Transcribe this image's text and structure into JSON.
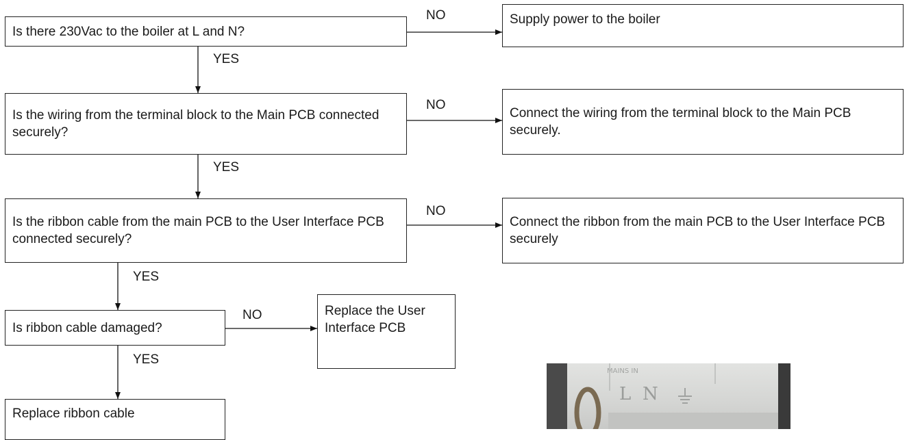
{
  "flowchart": {
    "q1": "Is there 230Vac to the boiler at L and N?",
    "a1": "Supply power to the boiler",
    "q2": "Is the wiring from the terminal block to the Main PCB connected securely?",
    "a2": "Connect the wiring from the terminal block to the Main PCB securely.",
    "q3": "Is the ribbon cable from the main PCB to the User Interface PCB connected securely?",
    "a3": "Connect the ribbon from the main PCB to the User Interface PCB securely",
    "q4": "Is ribbon cable damaged?",
    "a4": "Replace the User Interface PCB",
    "a5": "Replace ribbon cable",
    "no_label": "NO",
    "yes_label": "YES"
  },
  "photo": {
    "terminal_labels": [
      "L",
      "N"
    ],
    "caption_fragment": "MAINS IN"
  }
}
